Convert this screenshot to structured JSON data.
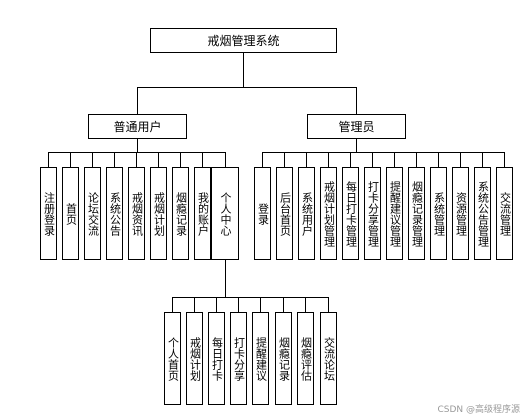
{
  "diagram": {
    "root": "戒烟管理系统",
    "branches": [
      {
        "label": "普通用户",
        "children": [
          "注册登录",
          "首页",
          "论坛交流",
          "系统公告",
          "戒烟资讯",
          "戒烟计划",
          "烟瘾记录",
          "我的账户",
          "个人中心"
        ]
      },
      {
        "label": "管理员",
        "children": [
          "登录",
          "后台首页",
          "系统用户",
          "戒烟计划管理",
          "每日打卡管理",
          "打卡分享管理",
          "提醒建议管理",
          "烟瘾记录管理",
          "系统管理",
          "资源管理",
          "系统公告管理",
          "交流管理"
        ]
      }
    ],
    "sub_branch": {
      "parent": "个人中心",
      "children": [
        "个人首页",
        "戒烟计划",
        "每日打卡",
        "打卡分享",
        "提醒建议",
        "烟瘾记录",
        "烟瘾评估",
        "交流论坛"
      ]
    }
  },
  "watermark": "CSDN @高级程序源"
}
